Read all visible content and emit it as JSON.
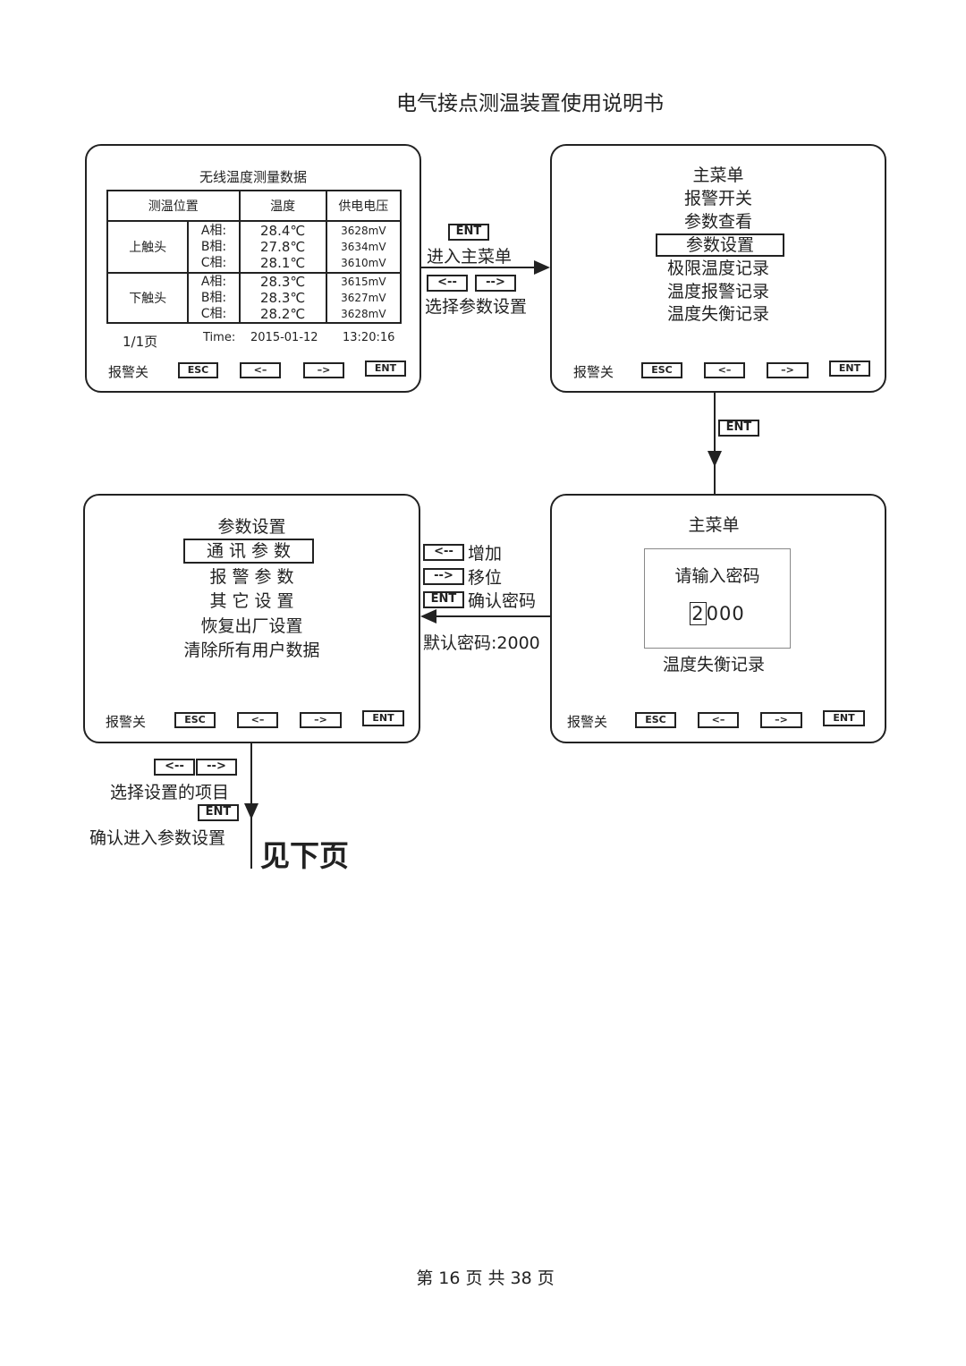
{
  "doc_title": "电气接点测温装置使用说明书",
  "footer": "第 16 页 共 38 页",
  "keys": {
    "esc": "ESC",
    "left": "<–",
    "right": "–>",
    "ent": "ENT",
    "left_dash": "<--",
    "right_dash": "-->"
  },
  "panel1": {
    "title": "无线温度测量数据",
    "headers": [
      "测温位置",
      "温度",
      "供电电压"
    ],
    "groups": [
      {
        "name": "上触头",
        "phases": [
          "A相:",
          "B相:",
          "C相:"
        ],
        "temps": [
          "28.4℃",
          "27.8℃",
          "28.1℃"
        ],
        "volts": [
          "3628mV",
          "3634mV",
          "3610mV"
        ]
      },
      {
        "name": "下触头",
        "phases": [
          "A相:",
          "B相:",
          "C相:"
        ],
        "temps": [
          "28.3℃",
          "28.3℃",
          "28.2℃"
        ],
        "volts": [
          "3615mV",
          "3627mV",
          "3628mV"
        ]
      }
    ],
    "page": "1/1页",
    "time_label": "Time:",
    "date": "2015-01-12",
    "time": "13:20:16",
    "alarm": "报警关"
  },
  "panel2": {
    "title": "主菜单",
    "items": [
      "报警开关",
      "参数查看",
      "参数设置",
      "极限温度记录",
      "温度报警记录",
      "温度失衡记录"
    ],
    "alarm": "报警关"
  },
  "panel3": {
    "title": "参数设置",
    "items": [
      "通 讯 参 数",
      "报 警 参 数",
      "其 它 设 置",
      "恢复出厂设置",
      "清除所有用户数据"
    ],
    "alarm": "报警关"
  },
  "panel4": {
    "title": "主菜单",
    "prompt": "请输入密码",
    "cursor_digit": "2",
    "rest_digits": "000",
    "below": "温度失衡记录",
    "alarm": "报警关"
  },
  "arrow12": {
    "line1": "进入主菜单",
    "line2": "选择参数设置"
  },
  "arrow43": {
    "add": "增加",
    "shift": "移位",
    "confirm": "确认密码",
    "default": "默认密码:2000"
  },
  "arrow3down": {
    "select": "选择设置的项目",
    "confirm": "确认进入参数设置",
    "next": "见下页"
  }
}
